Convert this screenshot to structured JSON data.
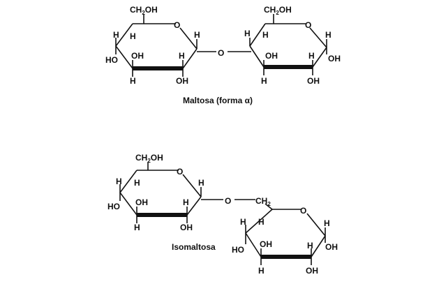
{
  "labels": {
    "ch2oh": "CH",
    "ch2oh_sub": "2",
    "ch2oh_tail": "OH",
    "ch2": "CH",
    "ch2_sub": "2",
    "o": "O",
    "h": "H",
    "oh": "OH",
    "ho": "HO"
  },
  "captions": {
    "maltose": "Maltosa (forma α)",
    "isomaltose": "Isomaltosa"
  }
}
